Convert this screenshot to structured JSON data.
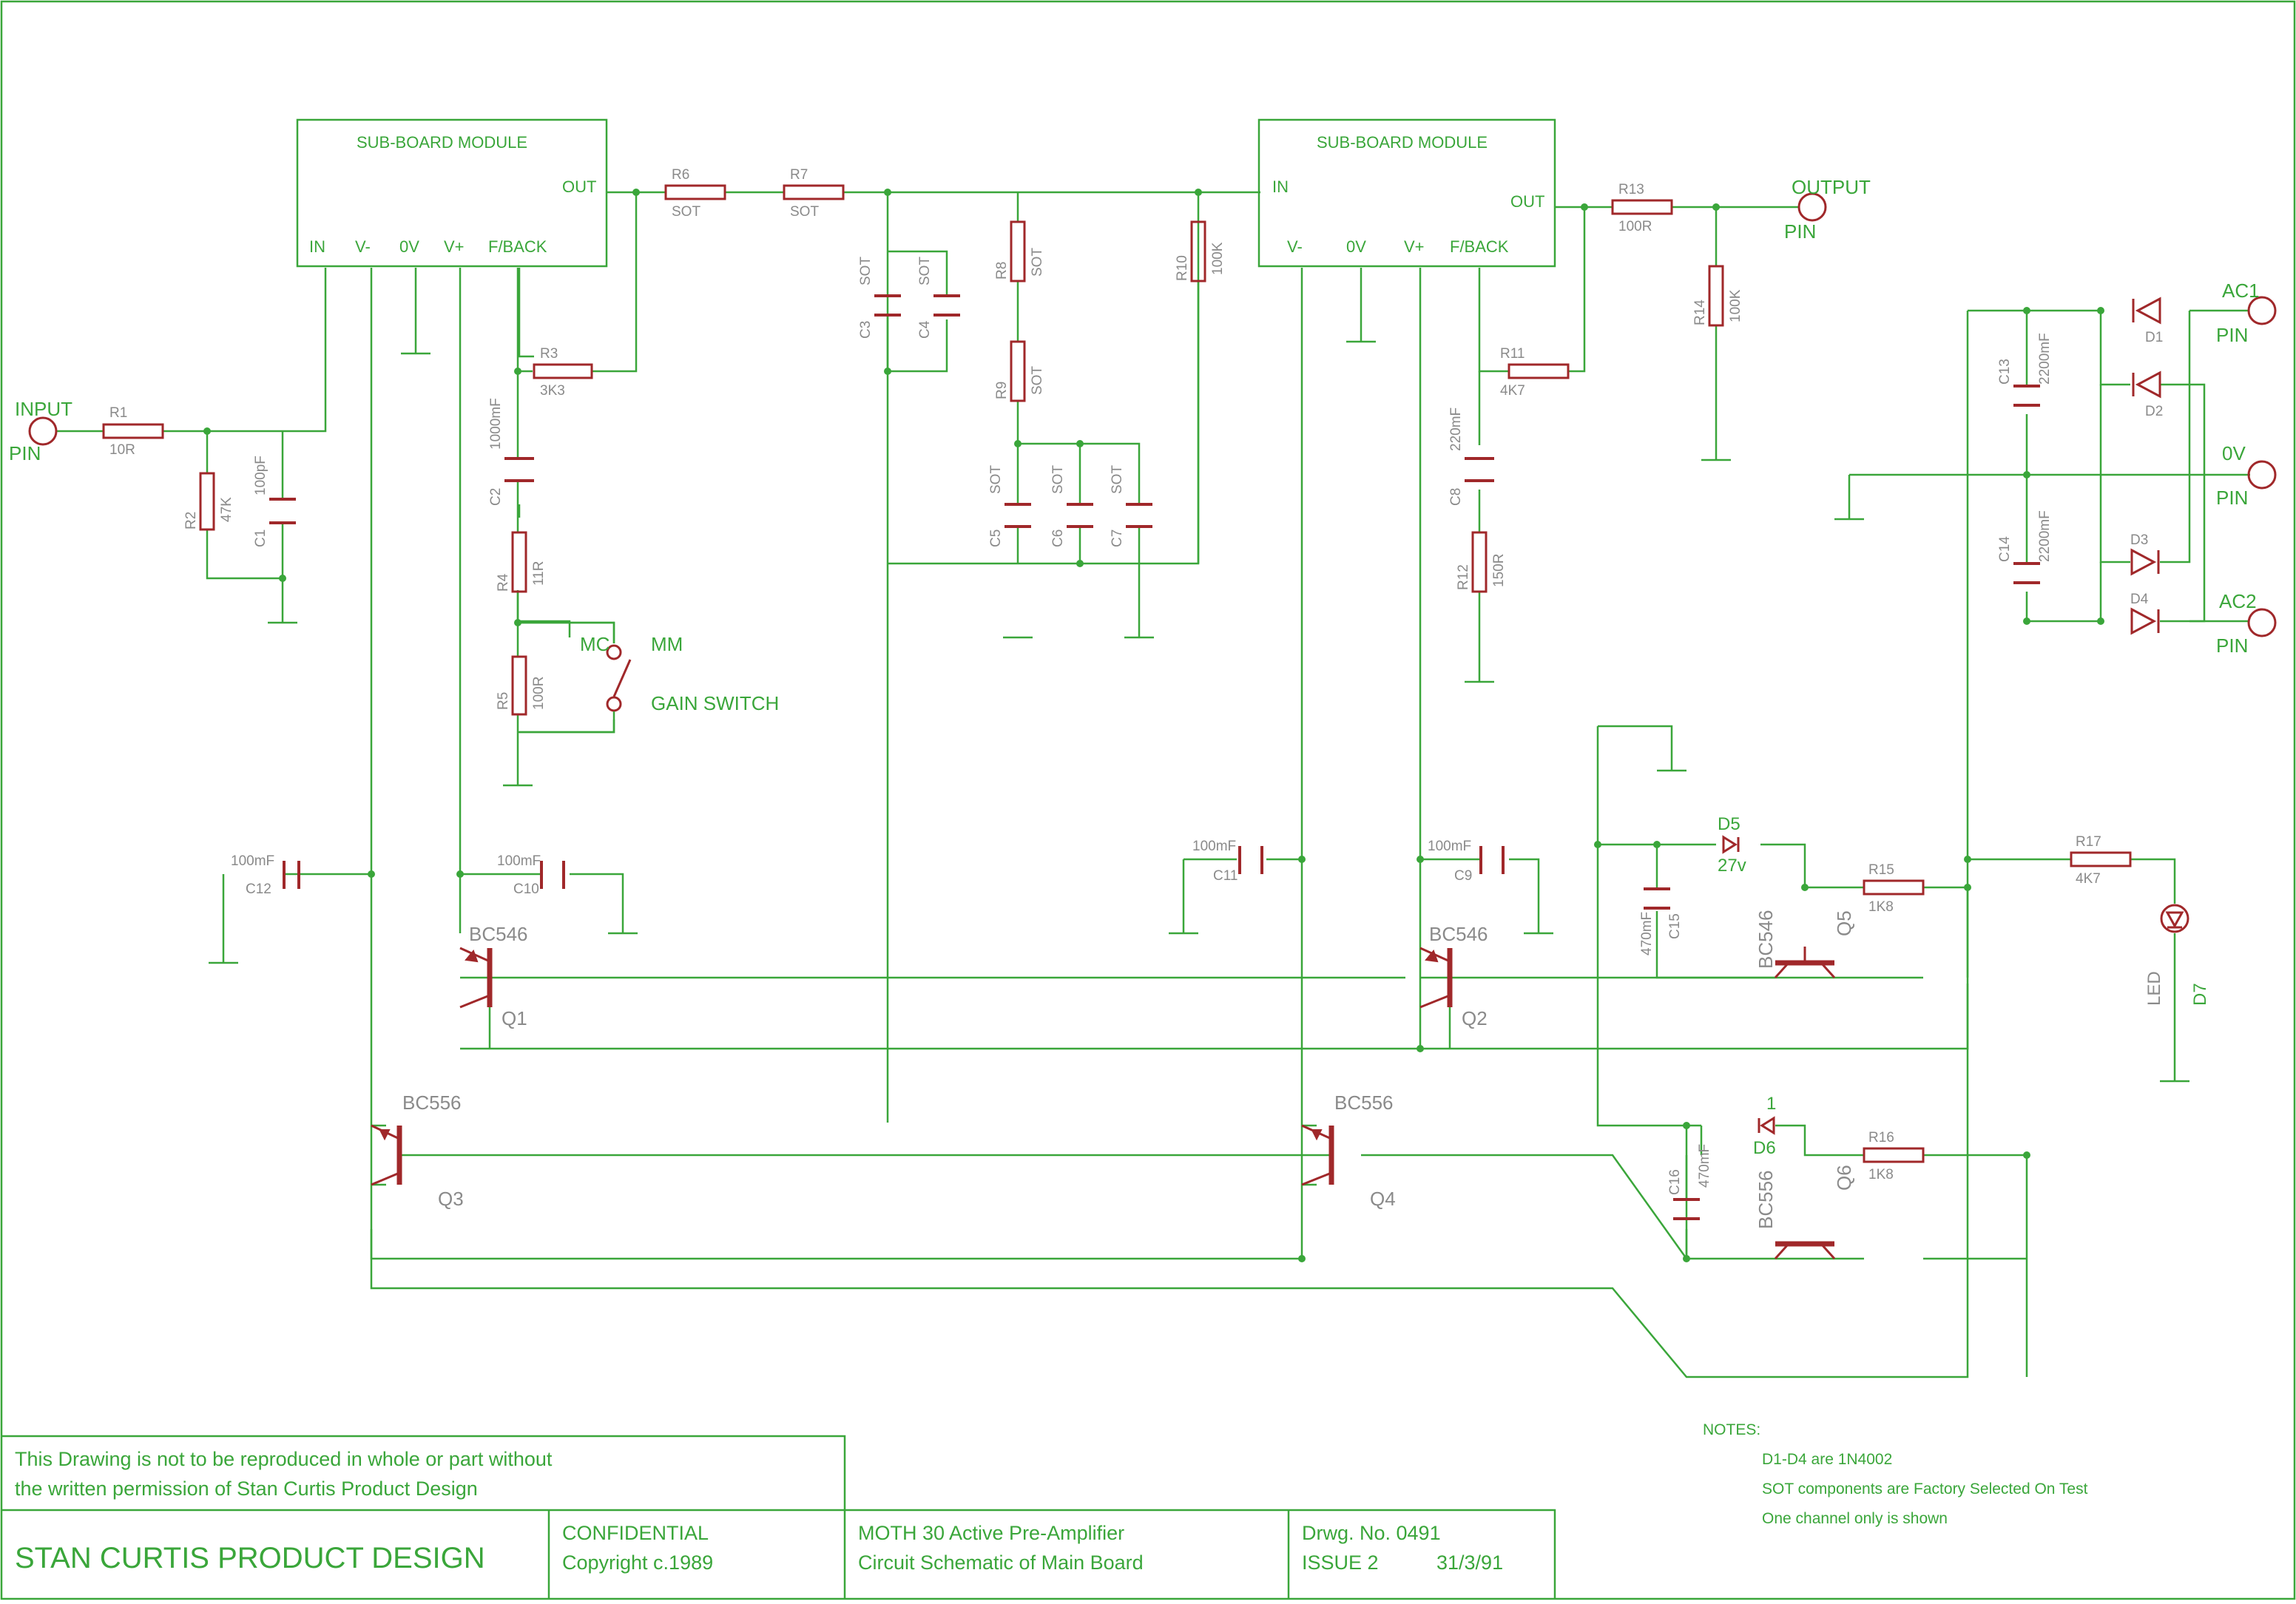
{
  "modules": {
    "left": {
      "title": "SUB-BOARD MODULE",
      "pins": [
        "IN",
        "V-",
        "0V",
        "V+",
        "F/BACK"
      ],
      "out": "OUT"
    },
    "right": {
      "title": "SUB-BOARD MODULE",
      "in": "IN",
      "pins": [
        "V-",
        "0V",
        "V+",
        "F/BACK"
      ],
      "out": "OUT"
    }
  },
  "pins": {
    "input": {
      "label": "INPUT",
      "type": "PIN"
    },
    "output": {
      "label": "OUTPUT",
      "type": "PIN"
    },
    "ac1": {
      "label": "AC1",
      "type": "PIN"
    },
    "zero": {
      "label": "0V",
      "type": "PIN"
    },
    "ac2": {
      "label": "AC2",
      "type": "PIN"
    }
  },
  "resistors": [
    {
      "name": "R1",
      "value": "10R"
    },
    {
      "name": "R2",
      "value": "47K"
    },
    {
      "name": "R3",
      "value": "3K3"
    },
    {
      "name": "R4",
      "value": "11R"
    },
    {
      "name": "R5",
      "value": "100R"
    },
    {
      "name": "R6",
      "value": "SOT"
    },
    {
      "name": "R7",
      "value": "SOT"
    },
    {
      "name": "R8",
      "value": "SOT"
    },
    {
      "name": "R9",
      "value": "SOT"
    },
    {
      "name": "R10",
      "value": "100K"
    },
    {
      "name": "R11",
      "value": "4K7"
    },
    {
      "name": "R12",
      "value": "150R"
    },
    {
      "name": "R13",
      "value": "100R"
    },
    {
      "name": "R14",
      "value": "100K"
    },
    {
      "name": "R15",
      "value": "1K8"
    },
    {
      "name": "R16",
      "value": "1K8"
    },
    {
      "name": "R17",
      "value": "4K7"
    }
  ],
  "capacitors": [
    {
      "name": "C1",
      "value": "100pF"
    },
    {
      "name": "C2",
      "value": "1000mF"
    },
    {
      "name": "C3",
      "value": "SOT"
    },
    {
      "name": "C4",
      "value": "SOT"
    },
    {
      "name": "C5",
      "value": "SOT"
    },
    {
      "name": "C6",
      "value": "SOT"
    },
    {
      "name": "C7",
      "value": "SOT"
    },
    {
      "name": "C8",
      "value": "220mF"
    },
    {
      "name": "C9",
      "value": "100mF"
    },
    {
      "name": "C10",
      "value": "100mF"
    },
    {
      "name": "C11",
      "value": "100mF"
    },
    {
      "name": "C12",
      "value": "100mF"
    },
    {
      "name": "C13",
      "value": "2200mF"
    },
    {
      "name": "C14",
      "value": "2200mF"
    },
    {
      "name": "C15",
      "value": "470mF"
    },
    {
      "name": "C16",
      "value": "470mF"
    }
  ],
  "diodes": [
    {
      "name": "D1"
    },
    {
      "name": "D2"
    },
    {
      "name": "D3"
    },
    {
      "name": "D4"
    },
    {
      "name": "D5",
      "value": "27v"
    },
    {
      "name": "D6",
      "value": "1"
    },
    {
      "name": "D7",
      "value": "LED"
    }
  ],
  "transistors": [
    {
      "name": "Q1",
      "value": "BC546"
    },
    {
      "name": "Q2",
      "value": "BC546"
    },
    {
      "name": "Q3",
      "value": "BC556"
    },
    {
      "name": "Q4",
      "value": "BC556"
    },
    {
      "name": "Q5",
      "value": "BC546"
    },
    {
      "name": "Q6",
      "value": "BC556"
    }
  ],
  "switch": {
    "mc": "MC",
    "mm": "MM",
    "label": "GAIN SWITCH"
  },
  "notes": {
    "title": "NOTES:",
    "lines": [
      "D1-D4 are 1N4002",
      "SOT components are Factory Selected On Test",
      "One channel only is shown"
    ]
  },
  "titleblock": {
    "disclaimer1": "This Drawing is not to be reproduced in whole or part without",
    "disclaimer2": "the written permission of Stan Curtis Product Design",
    "company": "STAN CURTIS PRODUCT DESIGN",
    "confidential": "CONFIDENTIAL",
    "copyright": "Copyright c.1989",
    "project": "MOTH 30 Active Pre-Amplifier",
    "subtitle": "Circuit Schematic of Main Board",
    "drawing_no": "Drwg. No. 0491",
    "issue": "ISSUE 2",
    "date": "31/3/91"
  },
  "colors": {
    "wire": "#3aa63a",
    "component": "#a0282a",
    "component_label": "#8a8a8a"
  }
}
